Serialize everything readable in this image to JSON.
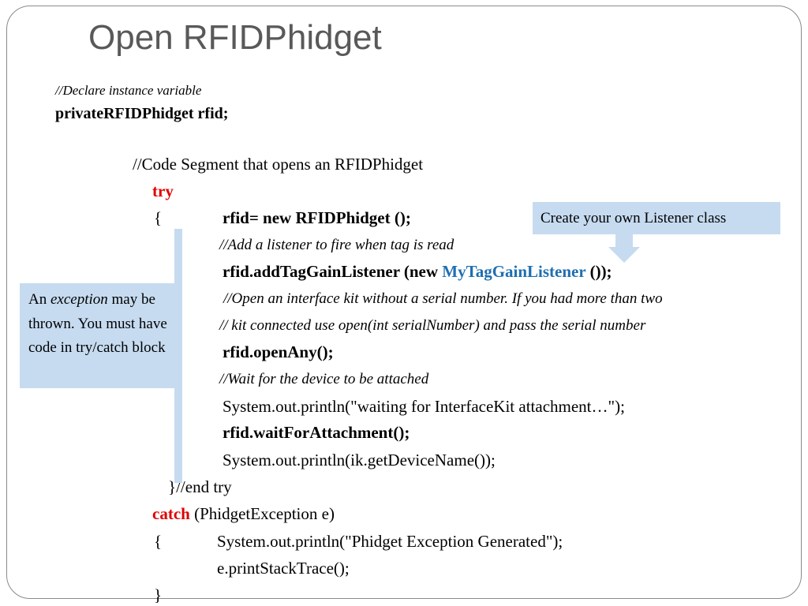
{
  "slide": {
    "title": "Open RFIDPhidget",
    "code": {
      "l1": "//Declare instance variable",
      "l2": "privateRFIDPhidget  rfid;",
      "l3": "//Code Segment that opens an RFIDPhidget",
      "l4": "try",
      "l5_brace": "{",
      "l5_code": "rfid= new RFIDPhidget ();",
      "l6": "//Add a listener to fire when tag is read",
      "l7_pre": "rfid.addTagGainListener (new ",
      "l7_cls": "MyTagGainListener",
      "l7_post": " ());",
      "l8": "//Open an interface kit without a serial number. If you had more than two",
      "l9": "// kit connected use open(int serialNumber) and pass the serial number",
      "l10": "rfid.openAny();",
      "l11": "//Wait for the device to be attached",
      "l12": "System.out.println(\"waiting for InterfaceKit attachment…\");",
      "l13": "rfid.waitForAttachment();",
      "l14": "System.out.println(ik.getDeviceName());",
      "l15": "}//end try",
      "l16_kw": "catch",
      "l16_rest": " (PhidgetException e)",
      "l17_brace": "{",
      "l17_code": "System.out.println(\"Phidget Exception Generated\");",
      "l18": "e.printStackTrace();",
      "l19": "}"
    },
    "callout_right": "Create your own Listener class",
    "callout_left": {
      "pre": "An ",
      "em": "exception",
      "post": " may be thrown. You must have code in try/catch block"
    }
  }
}
